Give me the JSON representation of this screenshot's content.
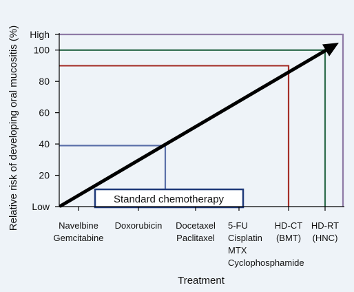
{
  "chart_data": {
    "type": "line",
    "ylabel": "Relative risk of developing oral mucositis (%)",
    "xlabel": "Treatment",
    "ylim": [
      0,
      110
    ],
    "y_ticks": [
      {
        "label": "Low",
        "value": 0
      },
      {
        "label": "20",
        "value": 20
      },
      {
        "label": "40",
        "value": 40
      },
      {
        "label": "60",
        "value": 60
      },
      {
        "label": "80",
        "value": 80
      },
      {
        "label": "100",
        "value": 100
      },
      {
        "label": "High",
        "value": 110
      }
    ],
    "categories": [
      {
        "lines": [
          "Navelbine",
          "Gemcitabine"
        ]
      },
      {
        "lines": [
          "Doxorubicin"
        ]
      },
      {
        "lines": [
          "Docetaxel",
          "Paclitaxel"
        ]
      },
      {
        "lines": [
          "5-FU",
          "Cisplatin",
          "MTX",
          "Cyclophosphamide"
        ]
      },
      {
        "lines": [
          "HD-CT",
          "(BMT)"
        ]
      },
      {
        "lines": [
          "HD-RT",
          "(HNC)"
        ]
      }
    ],
    "trend": {
      "from": 0,
      "to": 110
    },
    "risk_levels": [
      {
        "group": "Standard chemotherapy",
        "value": 39,
        "color": "#5a6fa8"
      },
      {
        "group": "HD-CT (BMT)",
        "value": 90,
        "color": "#a5302a"
      },
      {
        "group": "HD-RT (HNC)",
        "value": 100,
        "color": "#2e6b4c"
      },
      {
        "group": "High",
        "value": 110,
        "color": "#8e7aa6"
      }
    ],
    "annotation": "Standard chemotherapy",
    "colors": {
      "arrow": "#000000",
      "axis": "#000000",
      "annotation_box": "#1f3a7a"
    }
  }
}
